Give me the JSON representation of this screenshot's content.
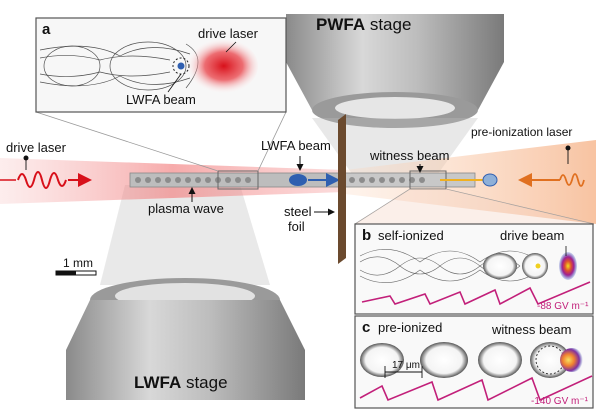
{
  "labels": {
    "drive_laser_left": "drive laser",
    "plasma_wave": "plasma wave",
    "lwfa_beam": "LWFA beam",
    "steel_foil_line1": "steel",
    "steel_foil_line2": "foil",
    "witness_beam": "witness beam",
    "preionization_laser": "pre-ionization laser",
    "pwfa_stage_bold": "PWFA",
    "pwfa_stage_rest": " stage",
    "lwfa_stage_bold": "LWFA",
    "lwfa_stage_rest": " stage",
    "scale_bar": "1 mm"
  },
  "panel_a": {
    "letter": "a",
    "drive_laser": "drive laser",
    "lwfa_beam": "LWFA beam"
  },
  "panel_b": {
    "letter": "b",
    "title": "self-ionized",
    "drive_beam": "drive beam",
    "field": "-88 GV m⁻¹"
  },
  "panel_c": {
    "letter": "c",
    "title": "pre-ionized",
    "witness_beam": "witness beam",
    "scale": "17 μm",
    "field": "-140 GV m⁻¹"
  },
  "colors": {
    "laser_red": "#e0202a",
    "beam_blue": "#2f5fb0",
    "field_magenta": "#c2207a",
    "preion_orange": "#f08030",
    "foil_brown": "#6b4a2e"
  }
}
